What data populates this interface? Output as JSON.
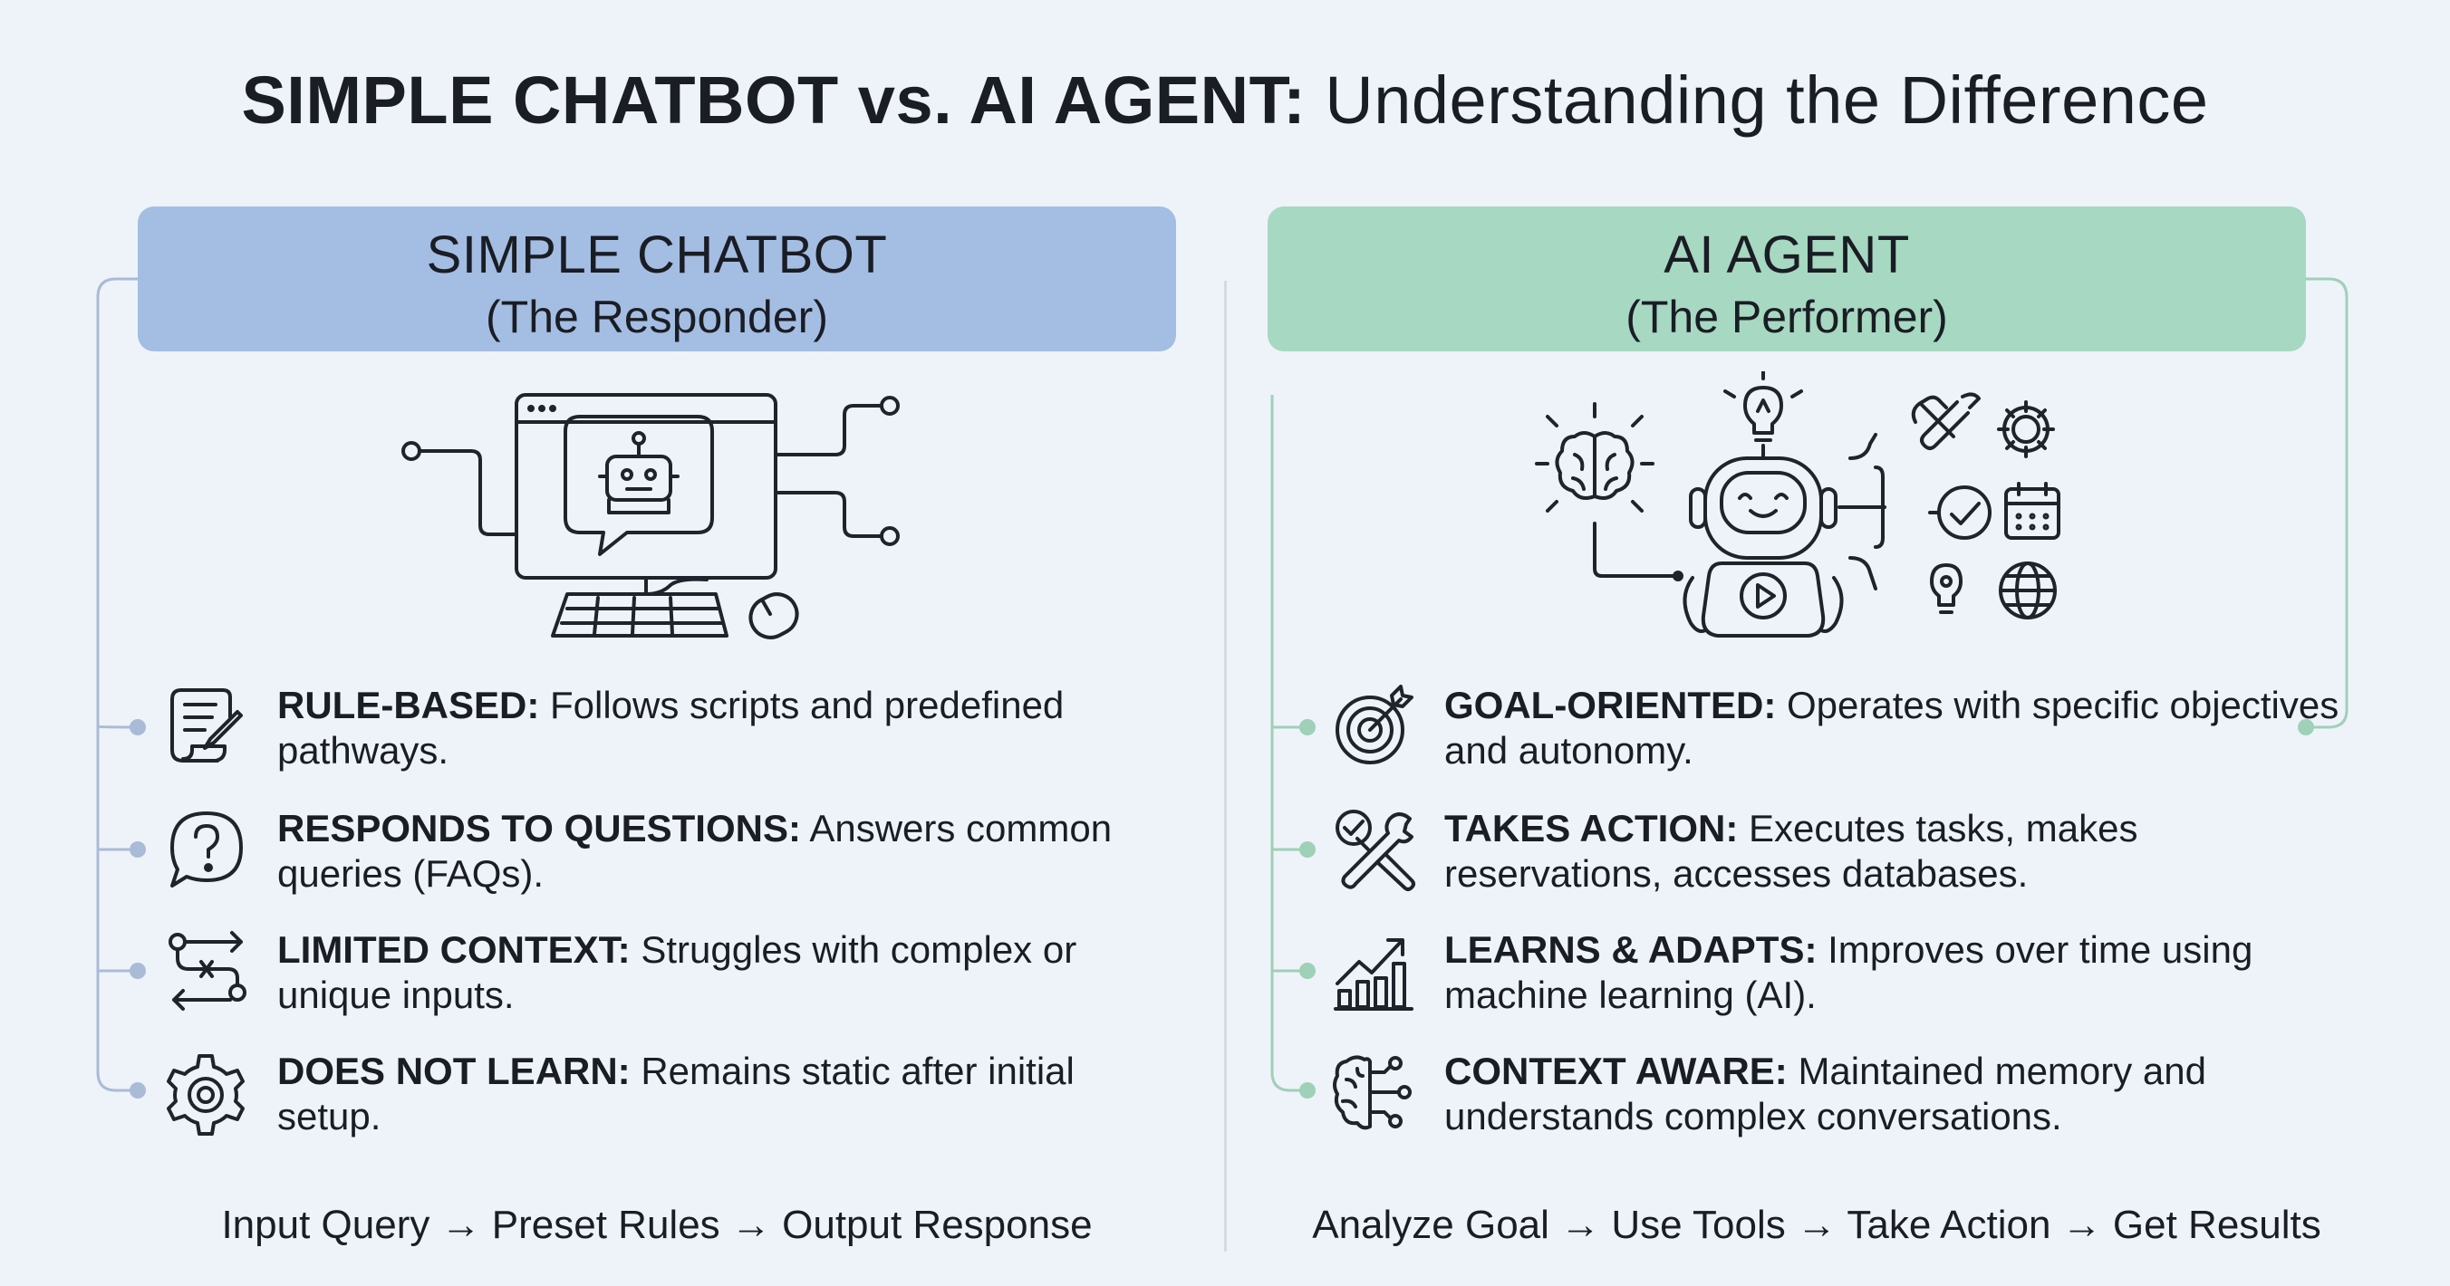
{
  "title": {
    "bold": "SIMPLE CHATBOT vs. AI AGENT:",
    "normal": " Understanding the Difference"
  },
  "left": {
    "heading": "SIMPLE CHATBOT",
    "subheading": "(The Responder)",
    "accent": "#a4bde3",
    "features": [
      {
        "icon": "script-icon",
        "label": "RULE-BASED:",
        "text": " Follows scripts and predefined pathways."
      },
      {
        "icon": "question-bubble-icon",
        "label": "RESPONDS TO QUESTIONS:",
        "text": " Answers common queries (FAQs)."
      },
      {
        "icon": "path-icon",
        "label": "LIMITED CONTEXT:",
        "text": " Struggles with complex or unique inputs."
      },
      {
        "icon": "gear-icon",
        "label": "DOES NOT LEARN:",
        "text": " Remains static after initial setup."
      }
    ],
    "flow": "Input Query → Preset Rules → Output Response"
  },
  "right": {
    "heading": "AI AGENT",
    "subheading": "(The Performer)",
    "accent": "#a7d8c2",
    "features": [
      {
        "icon": "target-icon",
        "label": "GOAL-ORIENTED:",
        "text": " Operates with specific objectives and autonomy."
      },
      {
        "icon": "tools-icon",
        "label": "TAKES ACTION:",
        "text": " Executes tasks, makes reservations, accesses databases."
      },
      {
        "icon": "growth-chart-icon",
        "label": "LEARNS & ADAPTS:",
        "text": " Improves over time using machine learning (AI)."
      },
      {
        "icon": "brain-network-icon",
        "label": "CONTEXT AWARE:",
        "text": " Maintained memory and understands complex conversations."
      }
    ],
    "flow": "Analyze Goal → Use Tools → Take Action → Get Results"
  }
}
